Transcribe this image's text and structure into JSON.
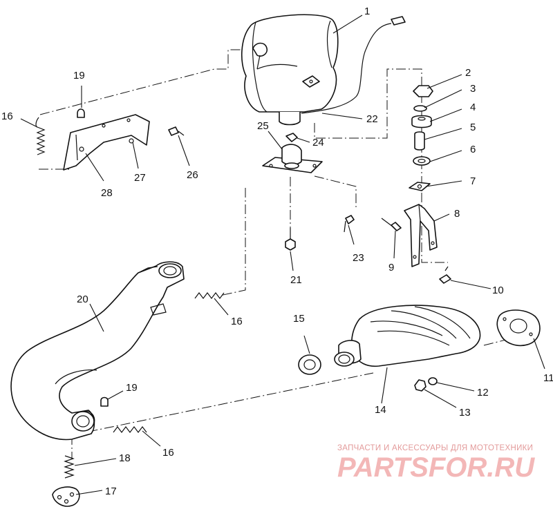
{
  "diagram": {
    "callouts": [
      "1",
      "2",
      "3",
      "4",
      "5",
      "6",
      "7",
      "8",
      "9",
      "10",
      "11",
      "12",
      "13",
      "14",
      "15",
      "16",
      "16",
      "16",
      "17",
      "18",
      "19",
      "19",
      "20",
      "21",
      "22",
      "23",
      "24",
      "25",
      "26",
      "27",
      "28"
    ]
  },
  "watermark": {
    "tagline": "ЗАПЧАСТИ И АКСЕССУАРЫ ДЛЯ МОТОТЕХНИКИ",
    "logo": "PARTSFOR.RU"
  }
}
